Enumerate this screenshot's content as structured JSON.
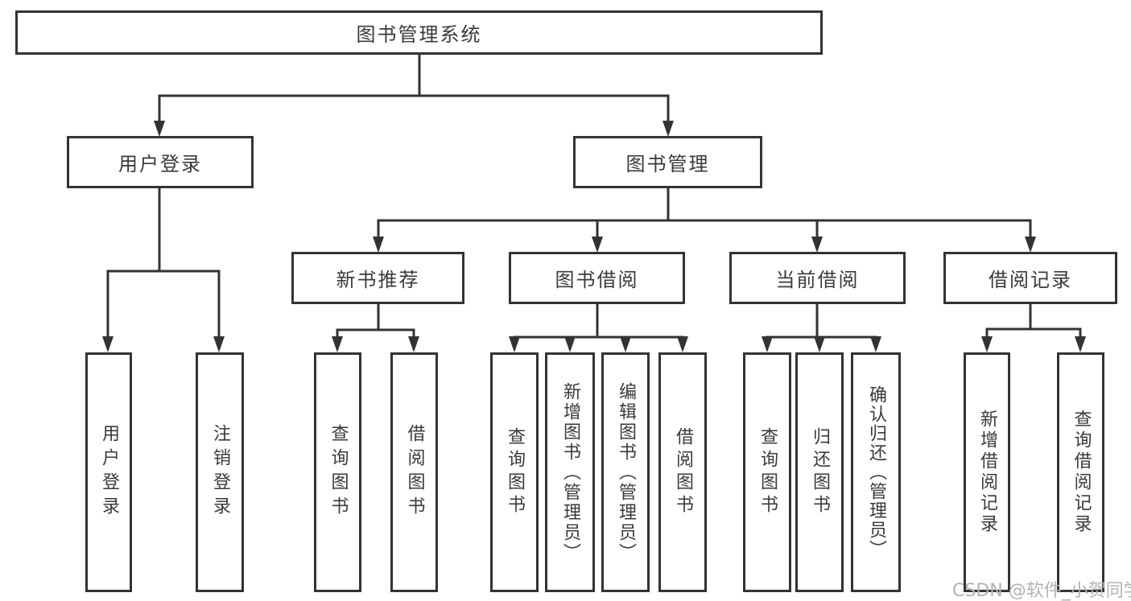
{
  "tree": {
    "root": "图书管理系统",
    "children": [
      {
        "label": "用户登录",
        "children": [
          "用户登录",
          "注销登录"
        ]
      },
      {
        "label": "图书管理",
        "children": [
          {
            "label": "新书推荐",
            "children": [
              "查询图书",
              "借阅图书"
            ]
          },
          {
            "label": "图书借阅",
            "children": [
              "查询图书",
              "新增图书（管理员）",
              "编辑图书（管理员）",
              "借阅图书"
            ]
          },
          {
            "label": "当前借阅",
            "children": [
              "查询图书",
              "归还图书",
              "确认归还（管理员）"
            ]
          },
          {
            "label": "借阅记录",
            "children": [
              "新增借阅记录",
              "查询借阅记录"
            ]
          }
        ]
      }
    ]
  },
  "watermark": {
    "text": "CSDN @软件_小贺同学"
  },
  "colors": {
    "line": "#333333",
    "text": "#3a3a3a",
    "box_fill": "#ffffff",
    "watermark": "#b3b3b3",
    "background": "#ffffff"
  }
}
